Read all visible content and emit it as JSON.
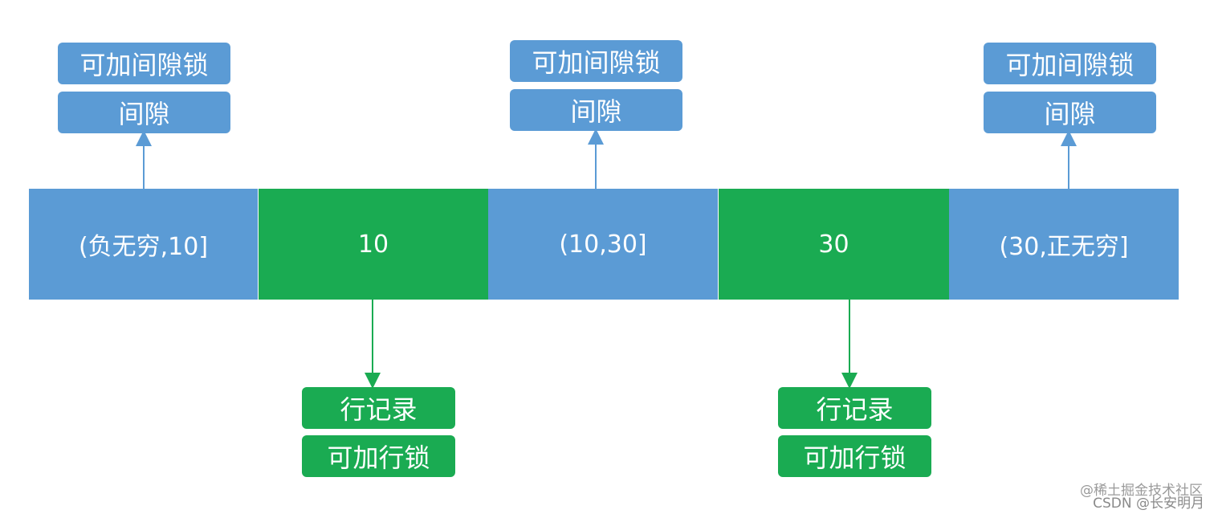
{
  "colors": {
    "gap": "#5b9bd5",
    "record": "#1aab52",
    "background": "#ffffff",
    "text": "#ffffff"
  },
  "segments": [
    {
      "label": "(负无穷,10]",
      "kind": "gap"
    },
    {
      "label": "10",
      "kind": "record"
    },
    {
      "label": "(10,30]",
      "kind": "gap"
    },
    {
      "label": "30",
      "kind": "record"
    },
    {
      "label": "(30,正无穷]",
      "kind": "gap"
    }
  ],
  "gap_callouts": [
    {
      "top_label": "可加间隙锁",
      "bottom_label": "间隙"
    },
    {
      "top_label": "可加间隙锁",
      "bottom_label": "间隙"
    },
    {
      "top_label": "可加间隙锁",
      "bottom_label": "间隙"
    }
  ],
  "record_callouts": [
    {
      "top_label": "行记录",
      "bottom_label": "可加行锁"
    },
    {
      "top_label": "行记录",
      "bottom_label": "可加行锁"
    }
  ],
  "watermark": {
    "line1": "@稀土掘金技术社区",
    "line2": "CSDN @长安明月"
  }
}
